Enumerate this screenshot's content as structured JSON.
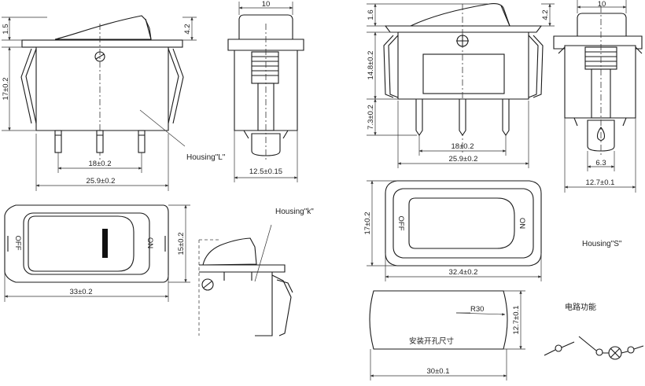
{
  "labels": {
    "housing_l": "Housing\"L\"",
    "housing_k": "Housing\"k\"",
    "housing_s": "Housing\"S\"",
    "circuit_function": "电路功能",
    "mounting_hole": "安装开孔尺寸",
    "off": "OFF",
    "on": "ON"
  },
  "dimensions": {
    "l_front_cap": "1.5",
    "l_front_top": "4.2",
    "l_front_height": "17±0.2",
    "l_front_pins": "18±0.2",
    "l_front_width": "25.9±0.2",
    "l_side_top": "10",
    "l_side_width": "12.5±0.15",
    "top_view_height": "15±0.2",
    "top_view_width": "33±0.2",
    "s_front_cap": "1.6",
    "s_front_top": "4.2",
    "s_front_body": "14.8±0.2",
    "s_front_pin": "7.3±0.2",
    "s_front_pins": "18±0.2",
    "s_front_width": "25.9±0.2",
    "s_side_top": "10",
    "s_side_pin": "6.3",
    "s_side_width": "12.7±0.1",
    "s_top_height": "17±0.2",
    "s_top_width": "32.4±0.2",
    "cutout_radius": "R30",
    "cutout_height": "12.7±0.1",
    "cutout_width": "30±0.1"
  }
}
